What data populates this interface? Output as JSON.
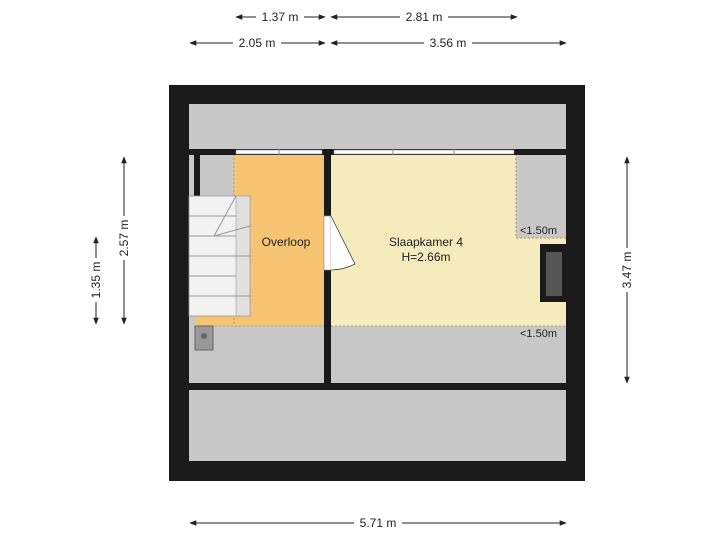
{
  "dimensions": {
    "top_row1_left": "1.37 m",
    "top_row1_right": "2.81 m",
    "top_row2_left": "2.05 m",
    "top_row2_right": "3.56 m",
    "bottom": "5.71 m",
    "left_outer": "1.35 m",
    "left_inner": "2.57 m",
    "right": "3.47 m"
  },
  "rooms": {
    "overloop": {
      "label": "Overloop"
    },
    "slaapkamer": {
      "label": "Slaapkamer 4",
      "height": "H=2.66m"
    }
  },
  "annotations": {
    "ceiling_upper": "<1.50m",
    "ceiling_lower": "<1.50m"
  },
  "colors": {
    "wall": "#1a1a1a",
    "low_ceiling_area": "#c8c8c8",
    "overloop": "#f7c474",
    "slaapkamer": "#f5ebbd",
    "stairs": "#f2f2f2"
  }
}
